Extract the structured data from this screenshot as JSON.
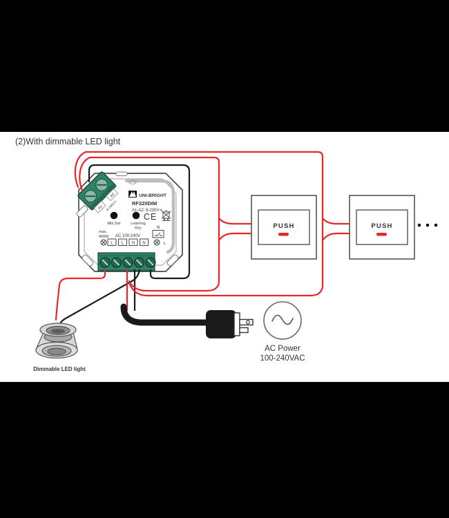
{
  "title": "(2)With dimmable LED light",
  "device": {
    "brand": "UNI-BRIGHT",
    "model": "RF220DIM",
    "spec": "A1-A2: 8-230V≂",
    "min_set": "Min.Set",
    "learning_line1": "Learning",
    "learning_line2": "Key",
    "max_label": "max.",
    "max_power": "400W",
    "ac_rating": "AC 100-240V",
    "ce": "CE",
    "terminal_labels": [
      "L",
      "L",
      "N",
      "N"
    ],
    "out_n": "N",
    "out_l": "L",
    "a1": "A1",
    "a2": "A2",
    "a_range": "8-230V≂"
  },
  "switch1": {
    "label": "PUSH"
  },
  "switch2": {
    "label": "PUSH"
  },
  "power": {
    "line1": "AC Power",
    "line2": "100-240VAC"
  },
  "led": {
    "label": "Dimmable LED light"
  },
  "colors": {
    "wire_live": "#e8262a",
    "wire_black": "#1a1a1a",
    "terminal_green": "#2f8165",
    "outline_gray": "#555555"
  }
}
